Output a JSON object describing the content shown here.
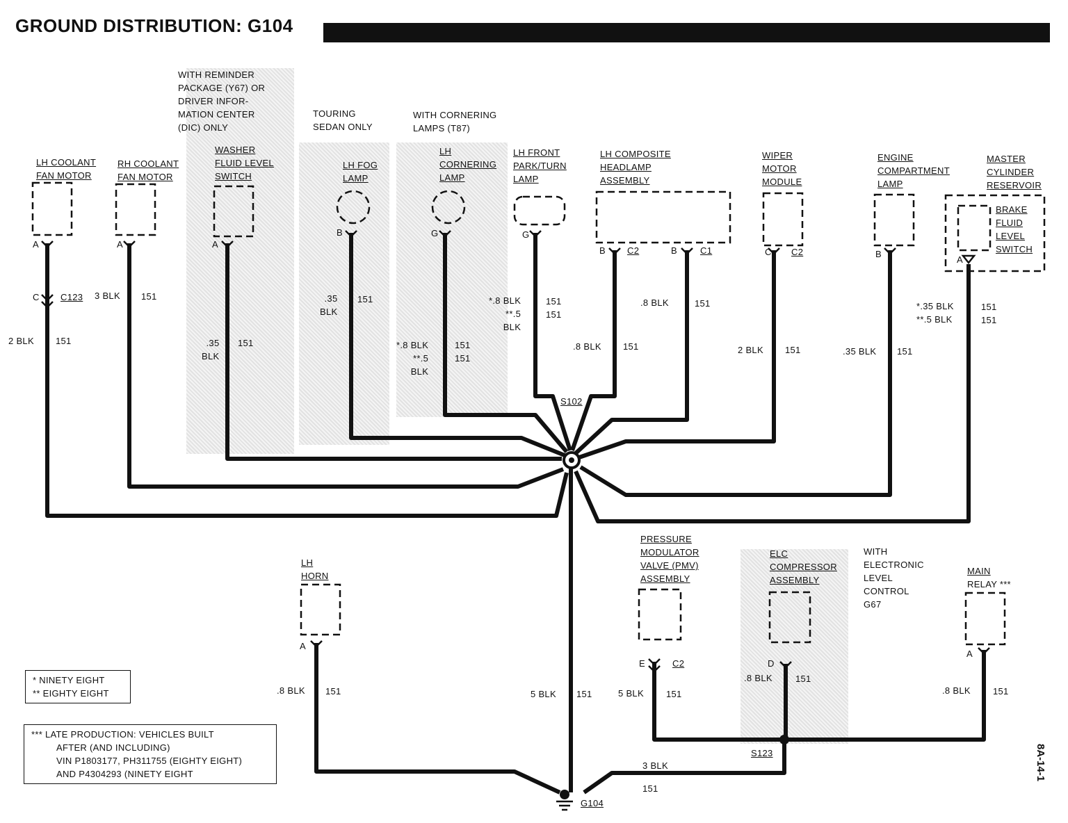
{
  "title": "GROUND DISTRIBUTION: G104",
  "notes": {
    "reminder_package": [
      "WITH REMINDER",
      "PACKAGE (Y67) OR",
      "DRIVER INFOR-",
      "MATION CENTER",
      "(DIC) ONLY"
    ],
    "touring_sedan": [
      "TOURING",
      "SEDAN ONLY"
    ],
    "cornering": [
      "WITH CORNERING",
      "LAMPS (T87)"
    ],
    "electronic_level": [
      "WITH",
      "ELECTRONIC",
      "LEVEL",
      "CONTROL",
      "G67"
    ]
  },
  "components": {
    "lh_coolant": [
      "LH COOLANT",
      "FAN MOTOR"
    ],
    "rh_coolant": [
      "RH COOLANT",
      "FAN MOTOR"
    ],
    "washer": [
      "WASHER",
      "FLUID LEVEL",
      "SWITCH"
    ],
    "lh_fog": [
      "LH FOG",
      "LAMP"
    ],
    "lh_cornering": [
      "LH",
      "CORNERING",
      "LAMP"
    ],
    "lh_front_park": [
      "LH FRONT",
      "PARK/TURN",
      "LAMP"
    ],
    "lh_composite": [
      "LH COMPOSITE",
      "HEADLAMP",
      "ASSEMBLY"
    ],
    "wiper": [
      "WIPER",
      "MOTOR",
      "MODULE"
    ],
    "engine_comp": [
      "ENGINE",
      "COMPARTMENT",
      "LAMP"
    ],
    "master_cyl": [
      "MASTER",
      "CYLINDER",
      "RESERVOIR"
    ],
    "brake_switch": [
      "BRAKE",
      "FLUID",
      "LEVEL",
      "SWITCH"
    ],
    "lh_horn": [
      "LH",
      "HORN"
    ],
    "pmv": [
      "PRESSURE",
      "MODULATOR",
      "VALVE (PMV)",
      "ASSEMBLY"
    ],
    "elc": [
      "ELC",
      "COMPRESSOR",
      "ASSEMBLY"
    ],
    "main_relay": "MAIN",
    "main_relay_2": "RELAY ***"
  },
  "pins": {
    "lh_coolant": "A",
    "rh_coolant": "A",
    "washer": "A",
    "lh_fog": "B",
    "lh_cornering": "G",
    "lh_front_park": "G",
    "composite_1": "B",
    "composite_1_conn": "C2",
    "composite_2": "B",
    "composite_2_conn": "C1",
    "wiper": "C",
    "wiper_conn": "C2",
    "engine_comp": "B",
    "brake": "A",
    "horn": "A",
    "pmv": "E",
    "pmv_conn": "C2",
    "elc": "D",
    "relay": "A",
    "c123_pin": "C",
    "c123": "C123"
  },
  "wires": {
    "lh_coolant": [
      "2 BLK",
      "151"
    ],
    "rh_coolant": [
      "3 BLK",
      "151"
    ],
    "washer": [
      ".35",
      "BLK",
      "151"
    ],
    "lh_fog": [
      ".35",
      "BLK",
      "151"
    ],
    "lh_cornering": [
      "*.8 BLK",
      "**.5",
      "BLK",
      "151",
      "151"
    ],
    "lh_front_park": [
      "*.8 BLK",
      "**.5",
      "BLK",
      "151",
      "151"
    ],
    "composite_1": [
      ".8 BLK",
      "151"
    ],
    "composite_2": [
      ".8 BLK",
      "151"
    ],
    "wiper": [
      "2 BLK",
      "151"
    ],
    "engine_comp": [
      ".35 BLK",
      "151"
    ],
    "brake": [
      "*.35 BLK",
      "**.5 BLK",
      "151",
      "151"
    ],
    "horn": [
      ".8 BLK",
      "151"
    ],
    "main": [
      "5 BLK",
      "151"
    ],
    "pmv": [
      "5 BLK",
      "151"
    ],
    "elc": [
      ".8 BLK",
      "151"
    ],
    "relay": [
      ".8 BLK",
      "151"
    ],
    "s123_to_ground": [
      "3 BLK",
      "151"
    ]
  },
  "splices": {
    "s102": "S102",
    "s123": "S123",
    "ground": "G104"
  },
  "legend": {
    "items": [
      "* NINETY EIGHT",
      "** EIGHTY EIGHT"
    ],
    "late_production": [
      "*** LATE PRODUCTION: VEHICLES BUILT",
      "AFTER (AND INCLUDING)",
      "VIN P1803177, PH311755 (EIGHTY EIGHT)",
      "AND P4304293 (NINETY EIGHT"
    ]
  },
  "page_code": "8A-14-1"
}
